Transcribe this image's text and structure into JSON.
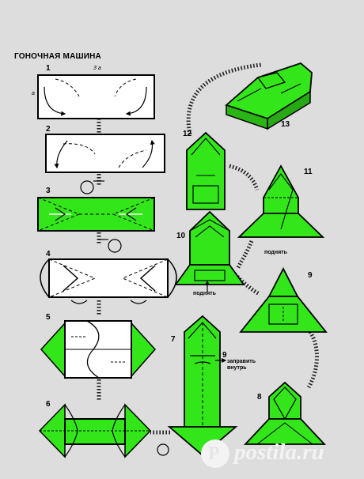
{
  "title": "ГОНОЧНАЯ МАШИНА",
  "steps": [
    "1",
    "2",
    "3",
    "4",
    "5",
    "6",
    "7",
    "8",
    "9",
    "10",
    "11",
    "12",
    "13"
  ],
  "step9_extra": "9",
  "edge_labels": {
    "top": "3 a",
    "left": "a"
  },
  "captions": {
    "lift_1": "поднять",
    "lift_2": "поднять",
    "tuck": "заправить внутрь"
  },
  "watermark": {
    "text": "postila.ru",
    "logo": "P"
  },
  "colors": {
    "paper_green": "#33e61a",
    "paper_white": "#ffffff",
    "background": "#dddddd",
    "line": "#000000"
  }
}
